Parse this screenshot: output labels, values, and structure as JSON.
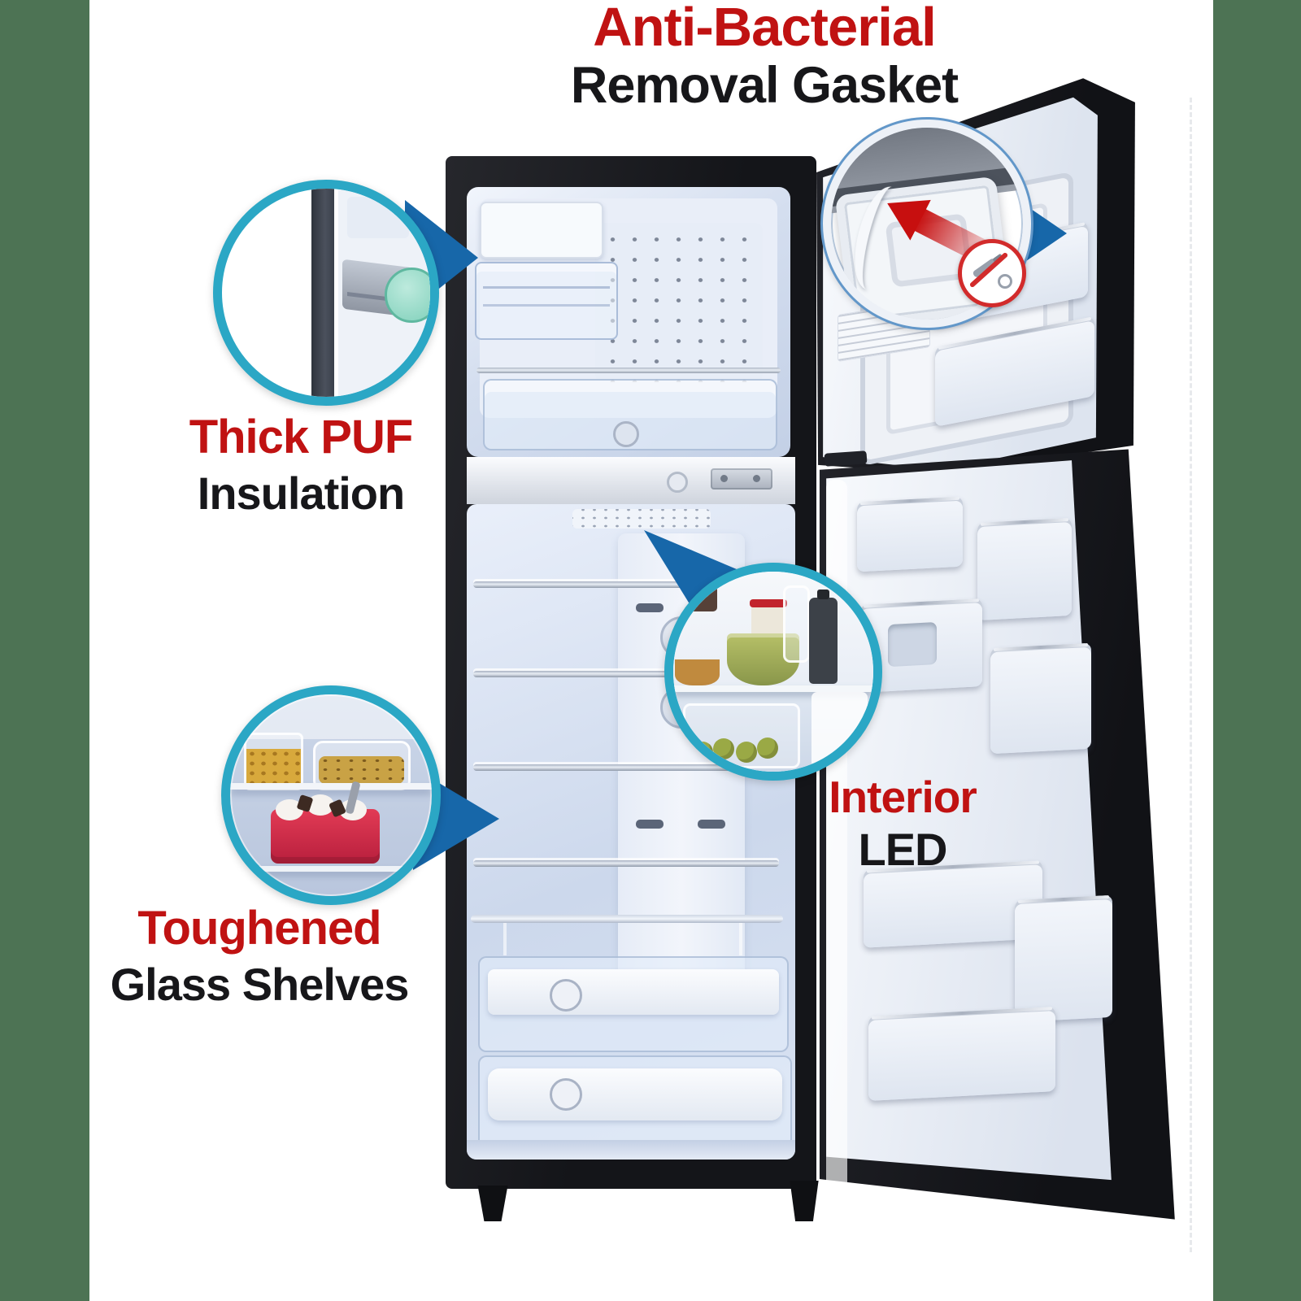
{
  "colors": {
    "side_band": "#4d7354",
    "accent_red": "#c01212",
    "text_black": "#17171a",
    "ring_teal": "#2ba7c5",
    "arrow_blue": "#1767a9",
    "frame_black": "#17181c",
    "badge_red": "#d22b2b"
  },
  "header": {
    "title_line1": "Anti-Bacterial",
    "title_line2": "Removal Gasket"
  },
  "labels": {
    "puf": {
      "line1": "Thick PUF",
      "line2": "Insulation"
    },
    "shelves": {
      "line1": "Toughened",
      "line2": "Glass Shelves"
    },
    "led": {
      "line1": "Interior",
      "line2": "LED"
    }
  }
}
